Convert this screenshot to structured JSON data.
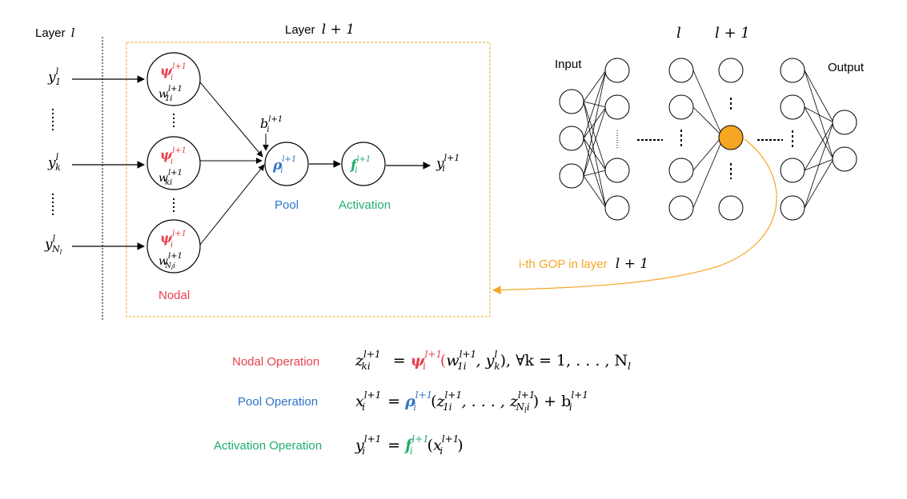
{
  "colors": {
    "nodal": "#e8424f",
    "pool": "#2f75c8",
    "activation": "#1fae6c",
    "gop": "#f5a623",
    "box": "#f5a623",
    "stroke": "#000000"
  },
  "labels": {
    "layer_l_word": "Layer",
    "layer_l_var": "l",
    "layer_l1_word": "Layer",
    "layer_l1_math": "l + 1",
    "pool": "Pool",
    "activation": "Activation",
    "nodal": "Nodal",
    "input": "Input",
    "output": "Output",
    "net_l": "l",
    "net_l1": "l + 1",
    "gop_text": "i-th GOP in layer",
    "gop_math": "l + 1"
  },
  "inputs": [
    {
      "base": "y",
      "sup": "l",
      "sub": "1"
    },
    {
      "base": "y",
      "sup": "l",
      "sub": "k"
    },
    {
      "base": "y",
      "sup": "l",
      "sub": "N",
      "subsub": "l"
    }
  ],
  "nodal_nodes": [
    {
      "fn": "ψ",
      "fn_sub": "i",
      "fn_sup": "l+1",
      "w": "w",
      "w_sup": "l+1",
      "w_sub": "1i"
    },
    {
      "fn": "ψ",
      "fn_sub": "i",
      "fn_sup": "l+1",
      "w": "w",
      "w_sup": "l+1",
      "w_sub": "ki"
    },
    {
      "fn": "ψ",
      "fn_sub": "i",
      "fn_sup": "l+1",
      "w": "w",
      "w_sup": "l+1",
      "w_sub": "N",
      "w_subsub": "l",
      "w_sub_tail": "i"
    }
  ],
  "bias": {
    "base": "b",
    "sub": "i",
    "sup": "l+1"
  },
  "pool_node": {
    "fn": "ρ",
    "sub": "i",
    "sup": "l+1"
  },
  "act_node": {
    "fn": "f",
    "sub": "i",
    "sup": "l+1"
  },
  "output": {
    "base": "y",
    "sub": "i",
    "sup": "l+1"
  },
  "equations": [
    {
      "label": "Nodal  Operation",
      "lhs": "z",
      "lhs_sub": "ki",
      "lhs_sup": "l+1",
      "fn": "ψ",
      "fn_sub": "i",
      "fn_sup": "l+1",
      "args": "(w",
      "a_sub": "1i",
      "a_sup": "l+1",
      "a2": ", y",
      "a2_sub": "k",
      "a2_sup": "l",
      "tail": "), ∀k = 1, . . . , N",
      "tail_sub": "l"
    },
    {
      "label": "Pool Operation",
      "lhs": "x",
      "lhs_sub": "i",
      "lhs_sup": "l+1",
      "fn": "ρ",
      "fn_sub": "i",
      "fn_sup": "l+1",
      "args": "(z",
      "a_sub": "1i",
      "a_sup": "l+1",
      "a2": ", . . . , z",
      "a2_sub": "N",
      "a2_subsub": "l",
      "a2_subtail": "i",
      "a2_sup": "l+1",
      "tail": ") + b",
      "tail_sub": "i",
      "tail_sup": "l+1"
    },
    {
      "label": "Activation Operation",
      "lhs": "y",
      "lhs_sub": "i",
      "lhs_sup": "l+1",
      "fn": "f",
      "fn_sub": "i",
      "fn_sup": "l+1",
      "args": "(x",
      "a_sub": "i",
      "a_sup": "l+1",
      "tail": ")"
    }
  ]
}
